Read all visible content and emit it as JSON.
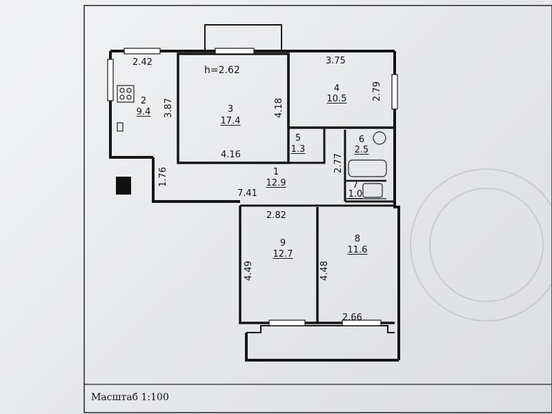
{
  "height_label": "h=2.62",
  "scale_label": "Масштаб 1:100",
  "rooms": [
    {
      "id": "1",
      "number": "1",
      "area": "12.9"
    },
    {
      "id": "2",
      "number": "2",
      "area": "9.4"
    },
    {
      "id": "3",
      "number": "3",
      "area": "17.4"
    },
    {
      "id": "4",
      "number": "4",
      "area": "10.5"
    },
    {
      "id": "5",
      "number": "5",
      "area": "1.3"
    },
    {
      "id": "6",
      "number": "6",
      "area": "2.5"
    },
    {
      "id": "7",
      "number": "7",
      "area": "1.0"
    },
    {
      "id": "8",
      "number": "8",
      "area": "11.6"
    },
    {
      "id": "9",
      "number": "9",
      "area": "12.7"
    }
  ],
  "dimensions": {
    "kitchen_width": "2.42",
    "kitchen_depth": "3.87",
    "room3_depth": "4.18",
    "room3_width": "4.16",
    "room4_width": "3.75",
    "room4_depth": "2.79",
    "bath_depth": "2.77",
    "hall_depth": "1.76",
    "hall_length": "7.41",
    "room9_width": "2.82",
    "room9_depth": "4.49",
    "room8_depth": "4.48",
    "room8_width": "2.66"
  }
}
